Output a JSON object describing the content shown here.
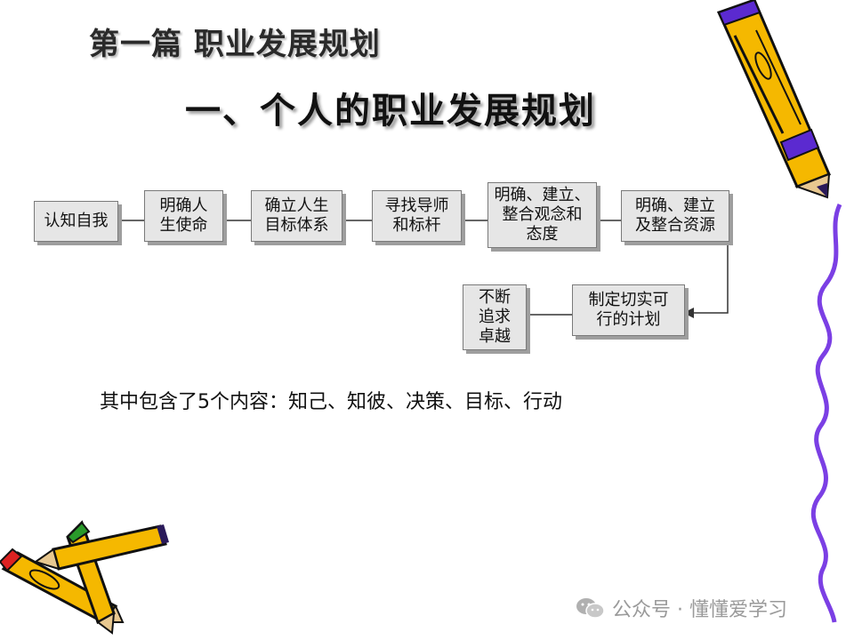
{
  "slide": {
    "section_title": "第一篇 职业发展规划",
    "main_title": "一、个人的职业发展规划",
    "summary": "其中包含了5个内容：知己、知彼、决策、目标、行动"
  },
  "flow_steps": [
    "认知自我",
    "明确人\n生使命",
    "确立人生\n目标体系",
    "寻找导师\n和标杆",
    "明确、建立、\n整合观念和\n态度",
    "明确、建立\n及整合资源",
    "制定切实可\n行的计划",
    "不断\n追求\n卓越"
  ],
  "watermark": {
    "text": "公众号 · 懂懂爱学习",
    "icon": "wechat-icon"
  },
  "decor": {
    "pencil_icon": "pencil-icon",
    "pencil_color": "#f5b800",
    "wave_color": "#7b3fe4"
  }
}
